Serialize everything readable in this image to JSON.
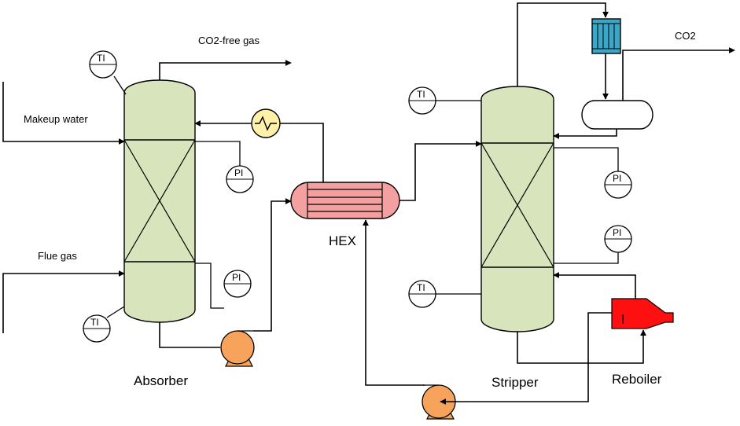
{
  "labels": {
    "co2_free_gas": "CO2-free gas",
    "co2": "CO2",
    "makeup_water": "Makeup water",
    "flue_gas": "Flue gas",
    "hex": "HEX",
    "absorber": "Absorber",
    "stripper": "Stripper",
    "reboiler": "Reboiler"
  },
  "instruments": {
    "ti": "TI",
    "pi": "PI"
  },
  "colors": {
    "column_fill": "#d8e4bc",
    "hex_fill": "#f4a0a0",
    "pump_fill": "#f7a35c",
    "cooler_fill": "#fff2a8",
    "condenser_fill": "#3ba6c8",
    "reboiler_fill": "#ff1010"
  },
  "icons": [
    "heat-exchanger-icon",
    "pump-icon",
    "condenser-icon",
    "reboiler-icon",
    "heater-icon"
  ]
}
